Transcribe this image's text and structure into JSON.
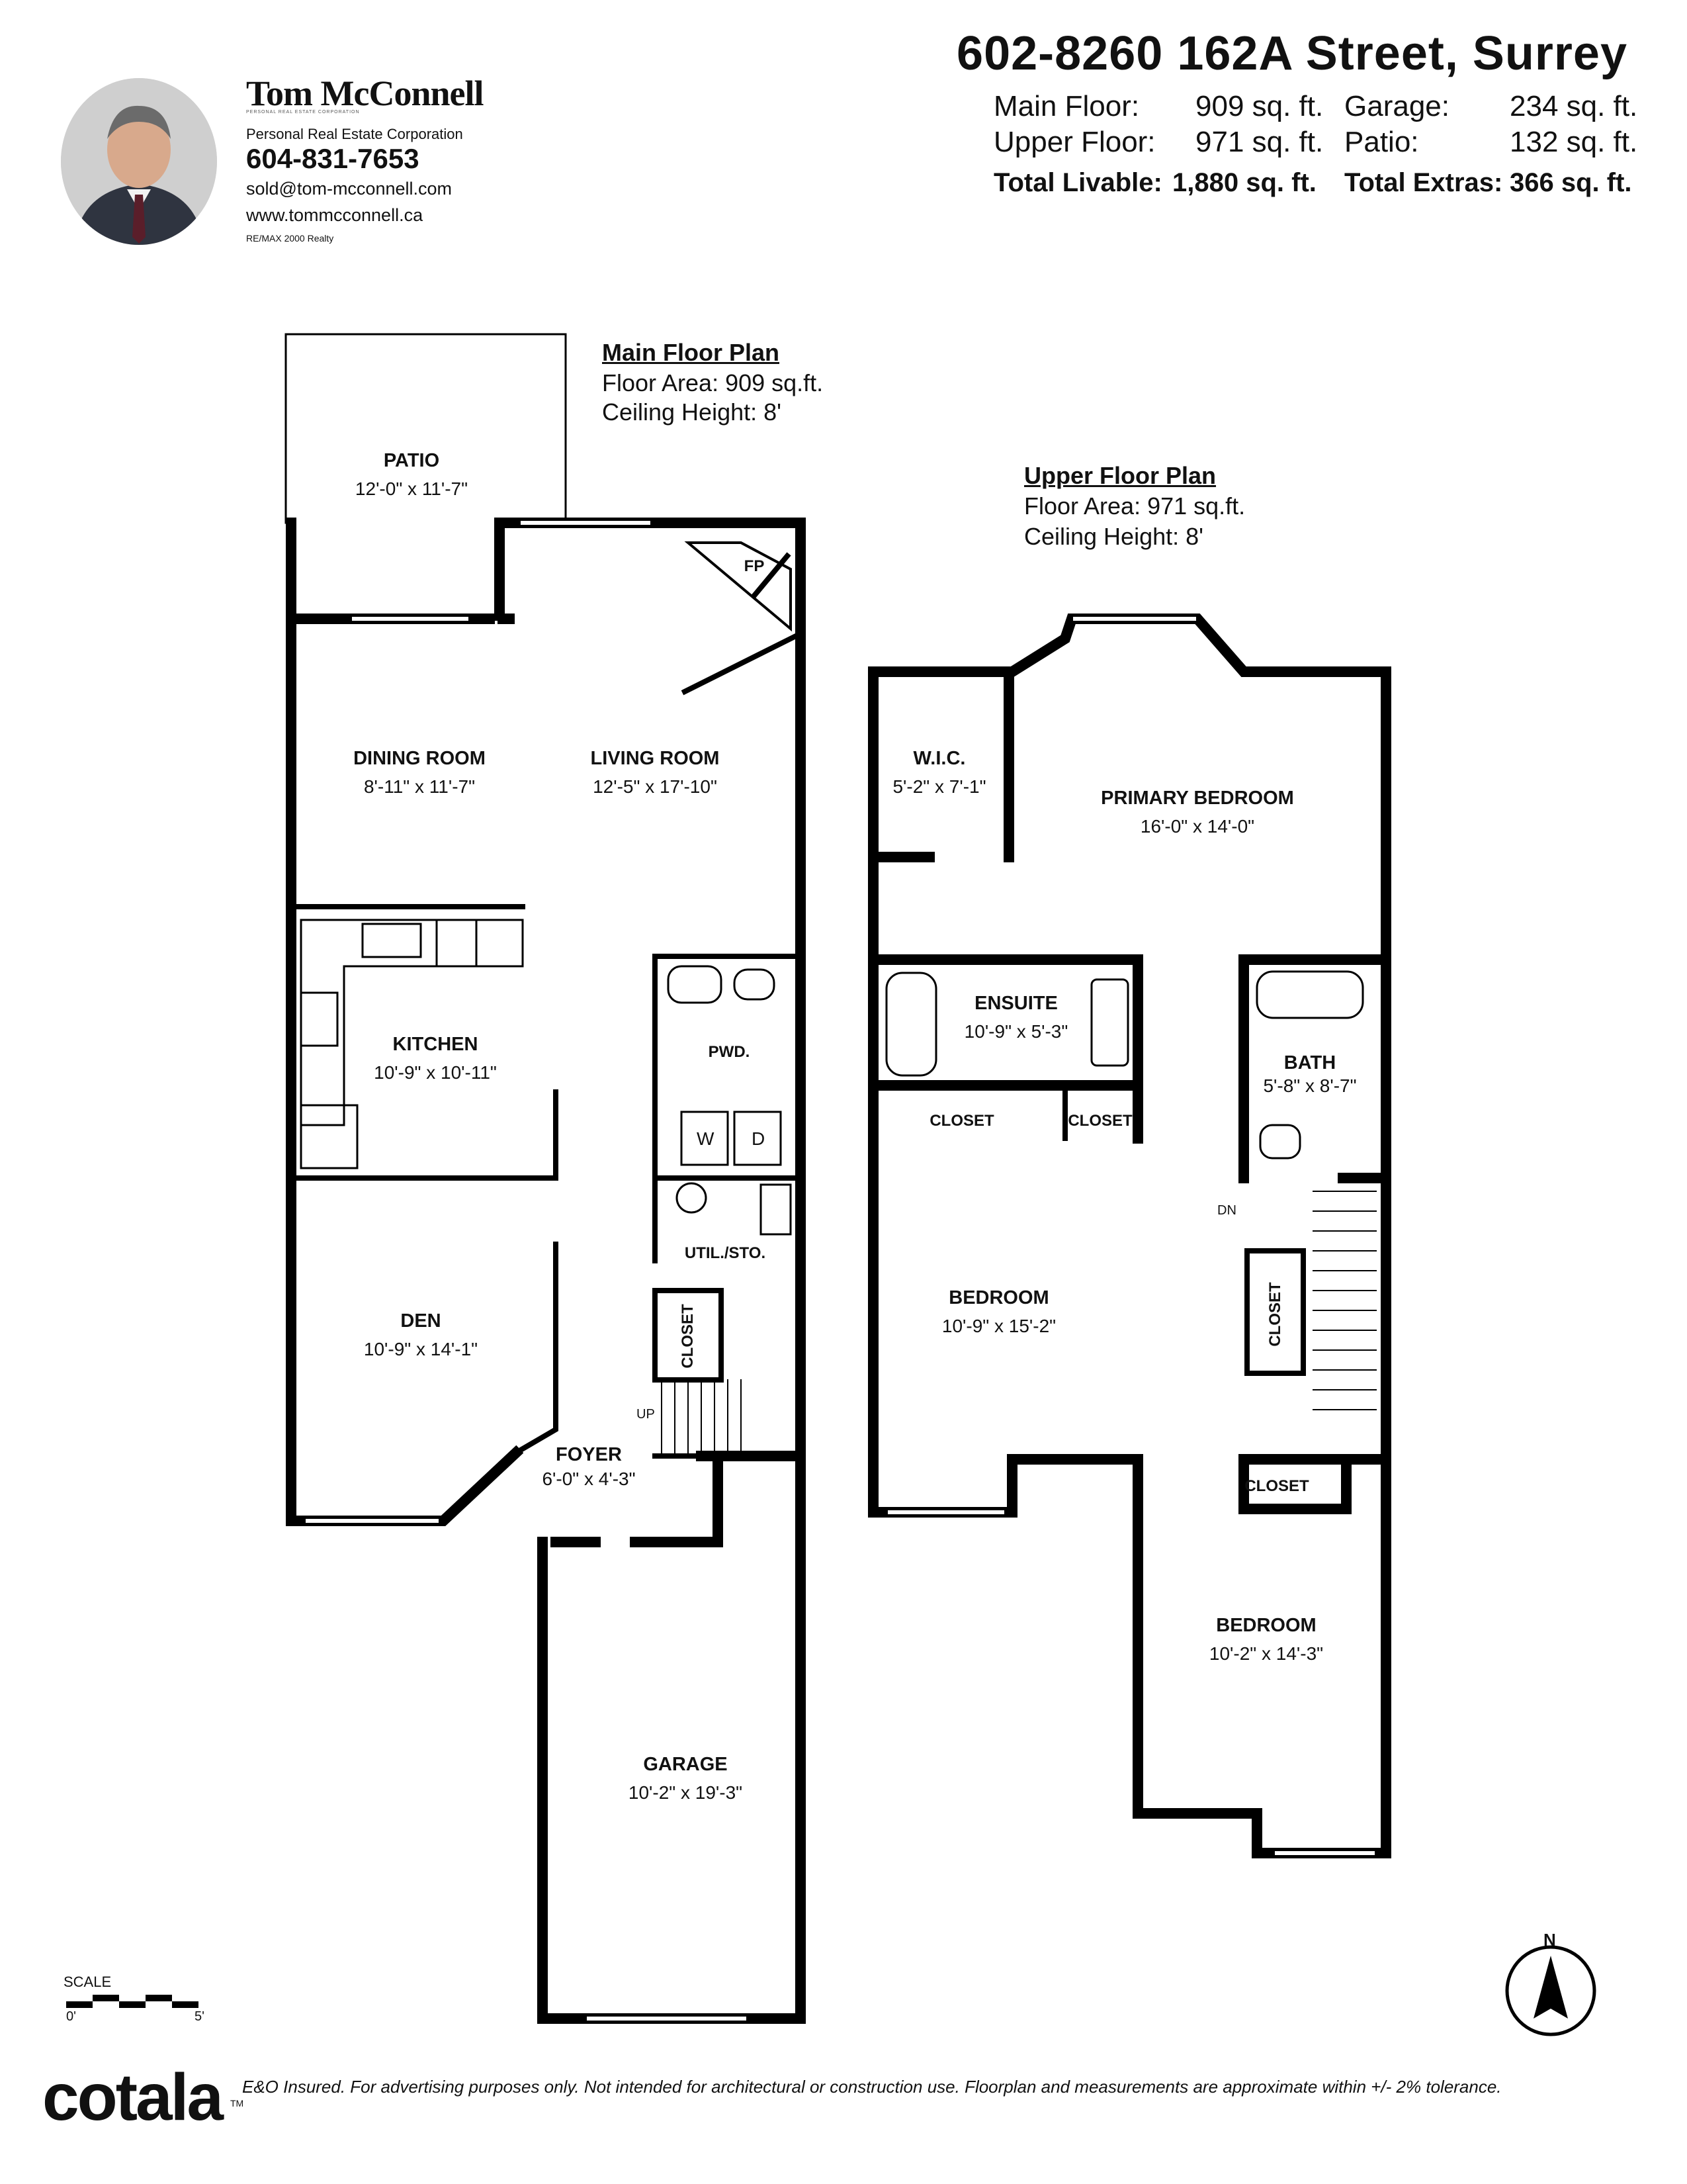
{
  "agent": {
    "name": "Tom McConnell",
    "tagline": "PERSONAL REAL ESTATE CORPORATION",
    "corporation": "Personal Real Estate Corporation",
    "phone": "604-831-7653",
    "email": "sold@tom-mcconnell.com",
    "website": "www.tommcconnell.ca",
    "brokerage": "RE/MAX 2000 Realty"
  },
  "property": {
    "address": "602-8260 162A Street, Surrey",
    "areas": [
      {
        "label": "Main Floor:",
        "value": "909 sq. ft.",
        "label2": "Garage:",
        "value2": "234 sq. ft."
      },
      {
        "label": "Upper Floor:",
        "value": "971 sq. ft.",
        "label2": "Patio:",
        "value2": "132 sq. ft."
      },
      {
        "label": "Total Livable:",
        "value": "1,880 sq. ft.",
        "label2": "Total Extras:",
        "value2": "366 sq. ft."
      }
    ]
  },
  "main_floor": {
    "title": "Main Floor Plan",
    "area": "Floor Area: 909 sq.ft.",
    "ceiling": "Ceiling Height: 8'",
    "rooms": [
      {
        "name": "PATIO",
        "dims": "12'-0\" x 11'-7\""
      },
      {
        "name": "DINING ROOM",
        "dims": "8'-11\" x 11'-7\""
      },
      {
        "name": "LIVING ROOM",
        "dims": "12'-5\" x 17'-10\""
      },
      {
        "name": "KITCHEN",
        "dims": "10'-9\" x 10'-11\""
      },
      {
        "name": "DEN",
        "dims": "10'-9\" x 14'-1\""
      },
      {
        "name": "FOYER",
        "dims": "6'-0\" x 4'-3\""
      },
      {
        "name": "GARAGE",
        "dims": "10'-2\" x 19'-3\""
      }
    ],
    "labels": {
      "fp": "FP",
      "pwd": "PWD.",
      "washer": "W",
      "dryer": "D",
      "util": "UTIL./STO.",
      "closet": "CLOSET",
      "up": "UP"
    }
  },
  "upper_floor": {
    "title": "Upper Floor Plan",
    "area": "Floor Area: 971 sq.ft.",
    "ceiling": "Ceiling Height: 8'",
    "rooms": [
      {
        "name": "W.I.C.",
        "dims": "5'-2\" x 7'-1\""
      },
      {
        "name": "PRIMARY BEDROOM",
        "dims": "16'-0\" x 14'-0\""
      },
      {
        "name": "ENSUITE",
        "dims": "10'-9\" x 5'-3\""
      },
      {
        "name": "BATH",
        "dims": "5'-8\" x 8'-7\""
      },
      {
        "name": "BEDROOM",
        "dims": "10'-9\" x 15'-2\""
      },
      {
        "name": "BEDROOM",
        "dims": "10'-2\" x 14'-3\""
      }
    ],
    "labels": {
      "closet": "CLOSET",
      "dn": "DN"
    }
  },
  "footer": {
    "logo": "cotala",
    "trademark": "TM",
    "disclaimer": "E&O Insured. For advertising purposes only. Not intended for architectural or construction use. Floorplan and measurements are approximate within +/- 2% tolerance.",
    "scale_label": "SCALE",
    "scale_start": "0'",
    "scale_end": "5'",
    "north": "N"
  }
}
